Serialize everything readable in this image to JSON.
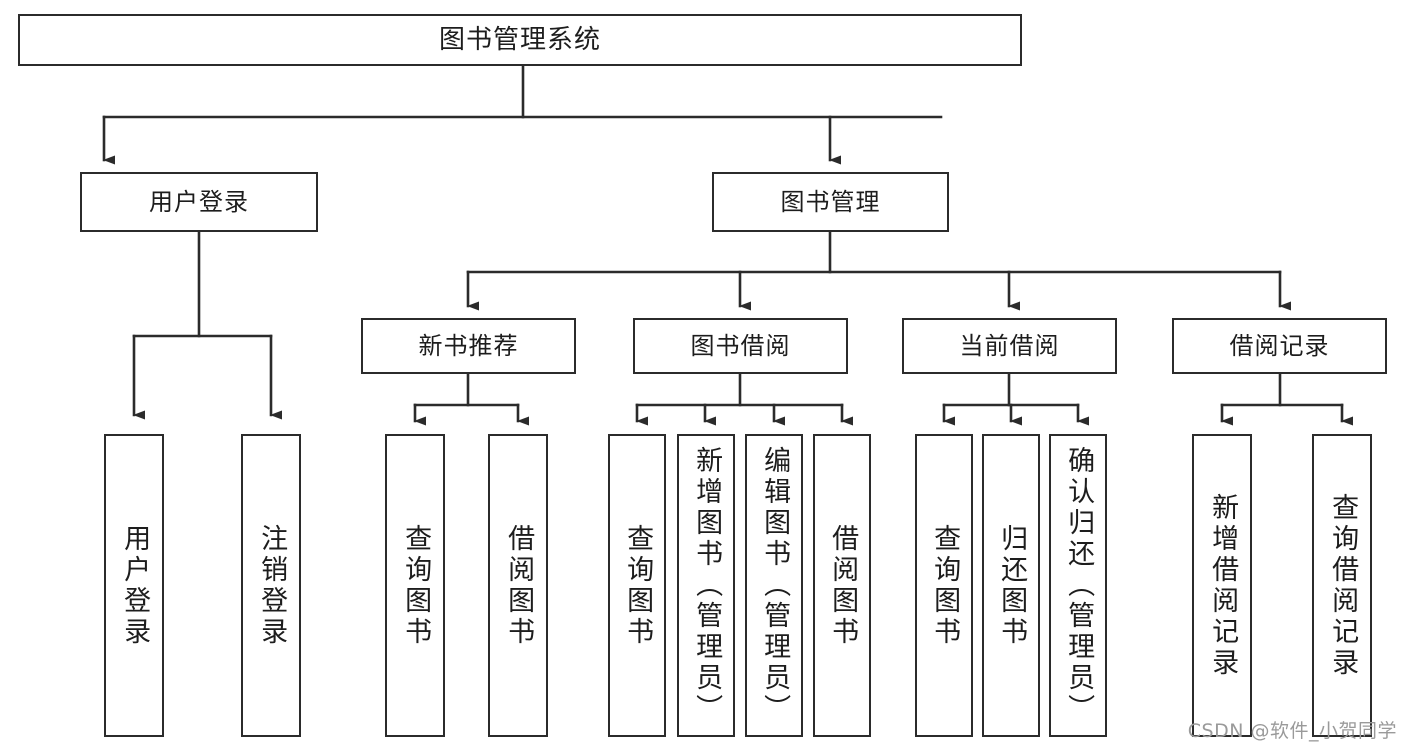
{
  "diagram": {
    "title": "图书管理系统",
    "type": "tree",
    "watermark": "CSDN @软件_小贺同学",
    "colors": {
      "border": "#2b2b2b",
      "text": "#1d1d1d",
      "background": "#ffffff",
      "edge": "#2b2b2b",
      "watermark": "#9a9a9a"
    },
    "nodes": {
      "root": {
        "label": "图书管理系统"
      },
      "level1": [
        {
          "id": "user-login",
          "label": "用户登录"
        },
        {
          "id": "book-manage",
          "label": "图书管理"
        }
      ],
      "level2": [
        {
          "id": "new-book-recommend",
          "label": "新书推荐"
        },
        {
          "id": "book-borrow",
          "label": "图书借阅"
        },
        {
          "id": "current-borrow",
          "label": "当前借阅"
        },
        {
          "id": "borrow-record",
          "label": "借阅记录"
        }
      ],
      "leaves": {
        "user_login": [
          {
            "id": "leaf-user-login",
            "label": "用户登录"
          },
          {
            "id": "leaf-logout-login",
            "label": "注销登录"
          }
        ],
        "new_book_recommend": [
          {
            "id": "leaf-query-book-1",
            "label": "查询图书"
          },
          {
            "id": "leaf-borrow-book-1",
            "label": "借阅图书"
          }
        ],
        "book_borrow": [
          {
            "id": "leaf-query-book-2",
            "label": "查询图书"
          },
          {
            "id": "leaf-add-book",
            "label": "新增图书（管理员）"
          },
          {
            "id": "leaf-edit-book",
            "label": "编辑图书（管理员）"
          },
          {
            "id": "leaf-borrow-book-2",
            "label": "借阅图书"
          }
        ],
        "current_borrow": [
          {
            "id": "leaf-query-book-3",
            "label": "查询图书"
          },
          {
            "id": "leaf-return-book",
            "label": "归还图书"
          },
          {
            "id": "leaf-confirm-return",
            "label": "确认归还（管理员）"
          }
        ],
        "borrow_record": [
          {
            "id": "leaf-add-record",
            "label": "新增借阅记录"
          },
          {
            "id": "leaf-query-record",
            "label": "查询借阅记录"
          }
        ]
      }
    },
    "edges": [
      {
        "from": "root",
        "to": "user-login"
      },
      {
        "from": "root",
        "to": "book-manage"
      },
      {
        "from": "user-login",
        "to": "leaf-user-login"
      },
      {
        "from": "user-login",
        "to": "leaf-logout-login"
      },
      {
        "from": "book-manage",
        "to": "new-book-recommend"
      },
      {
        "from": "book-manage",
        "to": "book-borrow"
      },
      {
        "from": "book-manage",
        "to": "current-borrow"
      },
      {
        "from": "book-manage",
        "to": "borrow-record"
      },
      {
        "from": "new-book-recommend",
        "to": "leaf-query-book-1"
      },
      {
        "from": "new-book-recommend",
        "to": "leaf-borrow-book-1"
      },
      {
        "from": "book-borrow",
        "to": "leaf-query-book-2"
      },
      {
        "from": "book-borrow",
        "to": "leaf-add-book"
      },
      {
        "from": "book-borrow",
        "to": "leaf-edit-book"
      },
      {
        "from": "book-borrow",
        "to": "leaf-borrow-book-2"
      },
      {
        "from": "current-borrow",
        "to": "leaf-query-book-3"
      },
      {
        "from": "current-borrow",
        "to": "leaf-return-book"
      },
      {
        "from": "current-borrow",
        "to": "leaf-confirm-return"
      },
      {
        "from": "borrow-record",
        "to": "leaf-add-record"
      },
      {
        "from": "borrow-record",
        "to": "leaf-query-record"
      }
    ]
  }
}
